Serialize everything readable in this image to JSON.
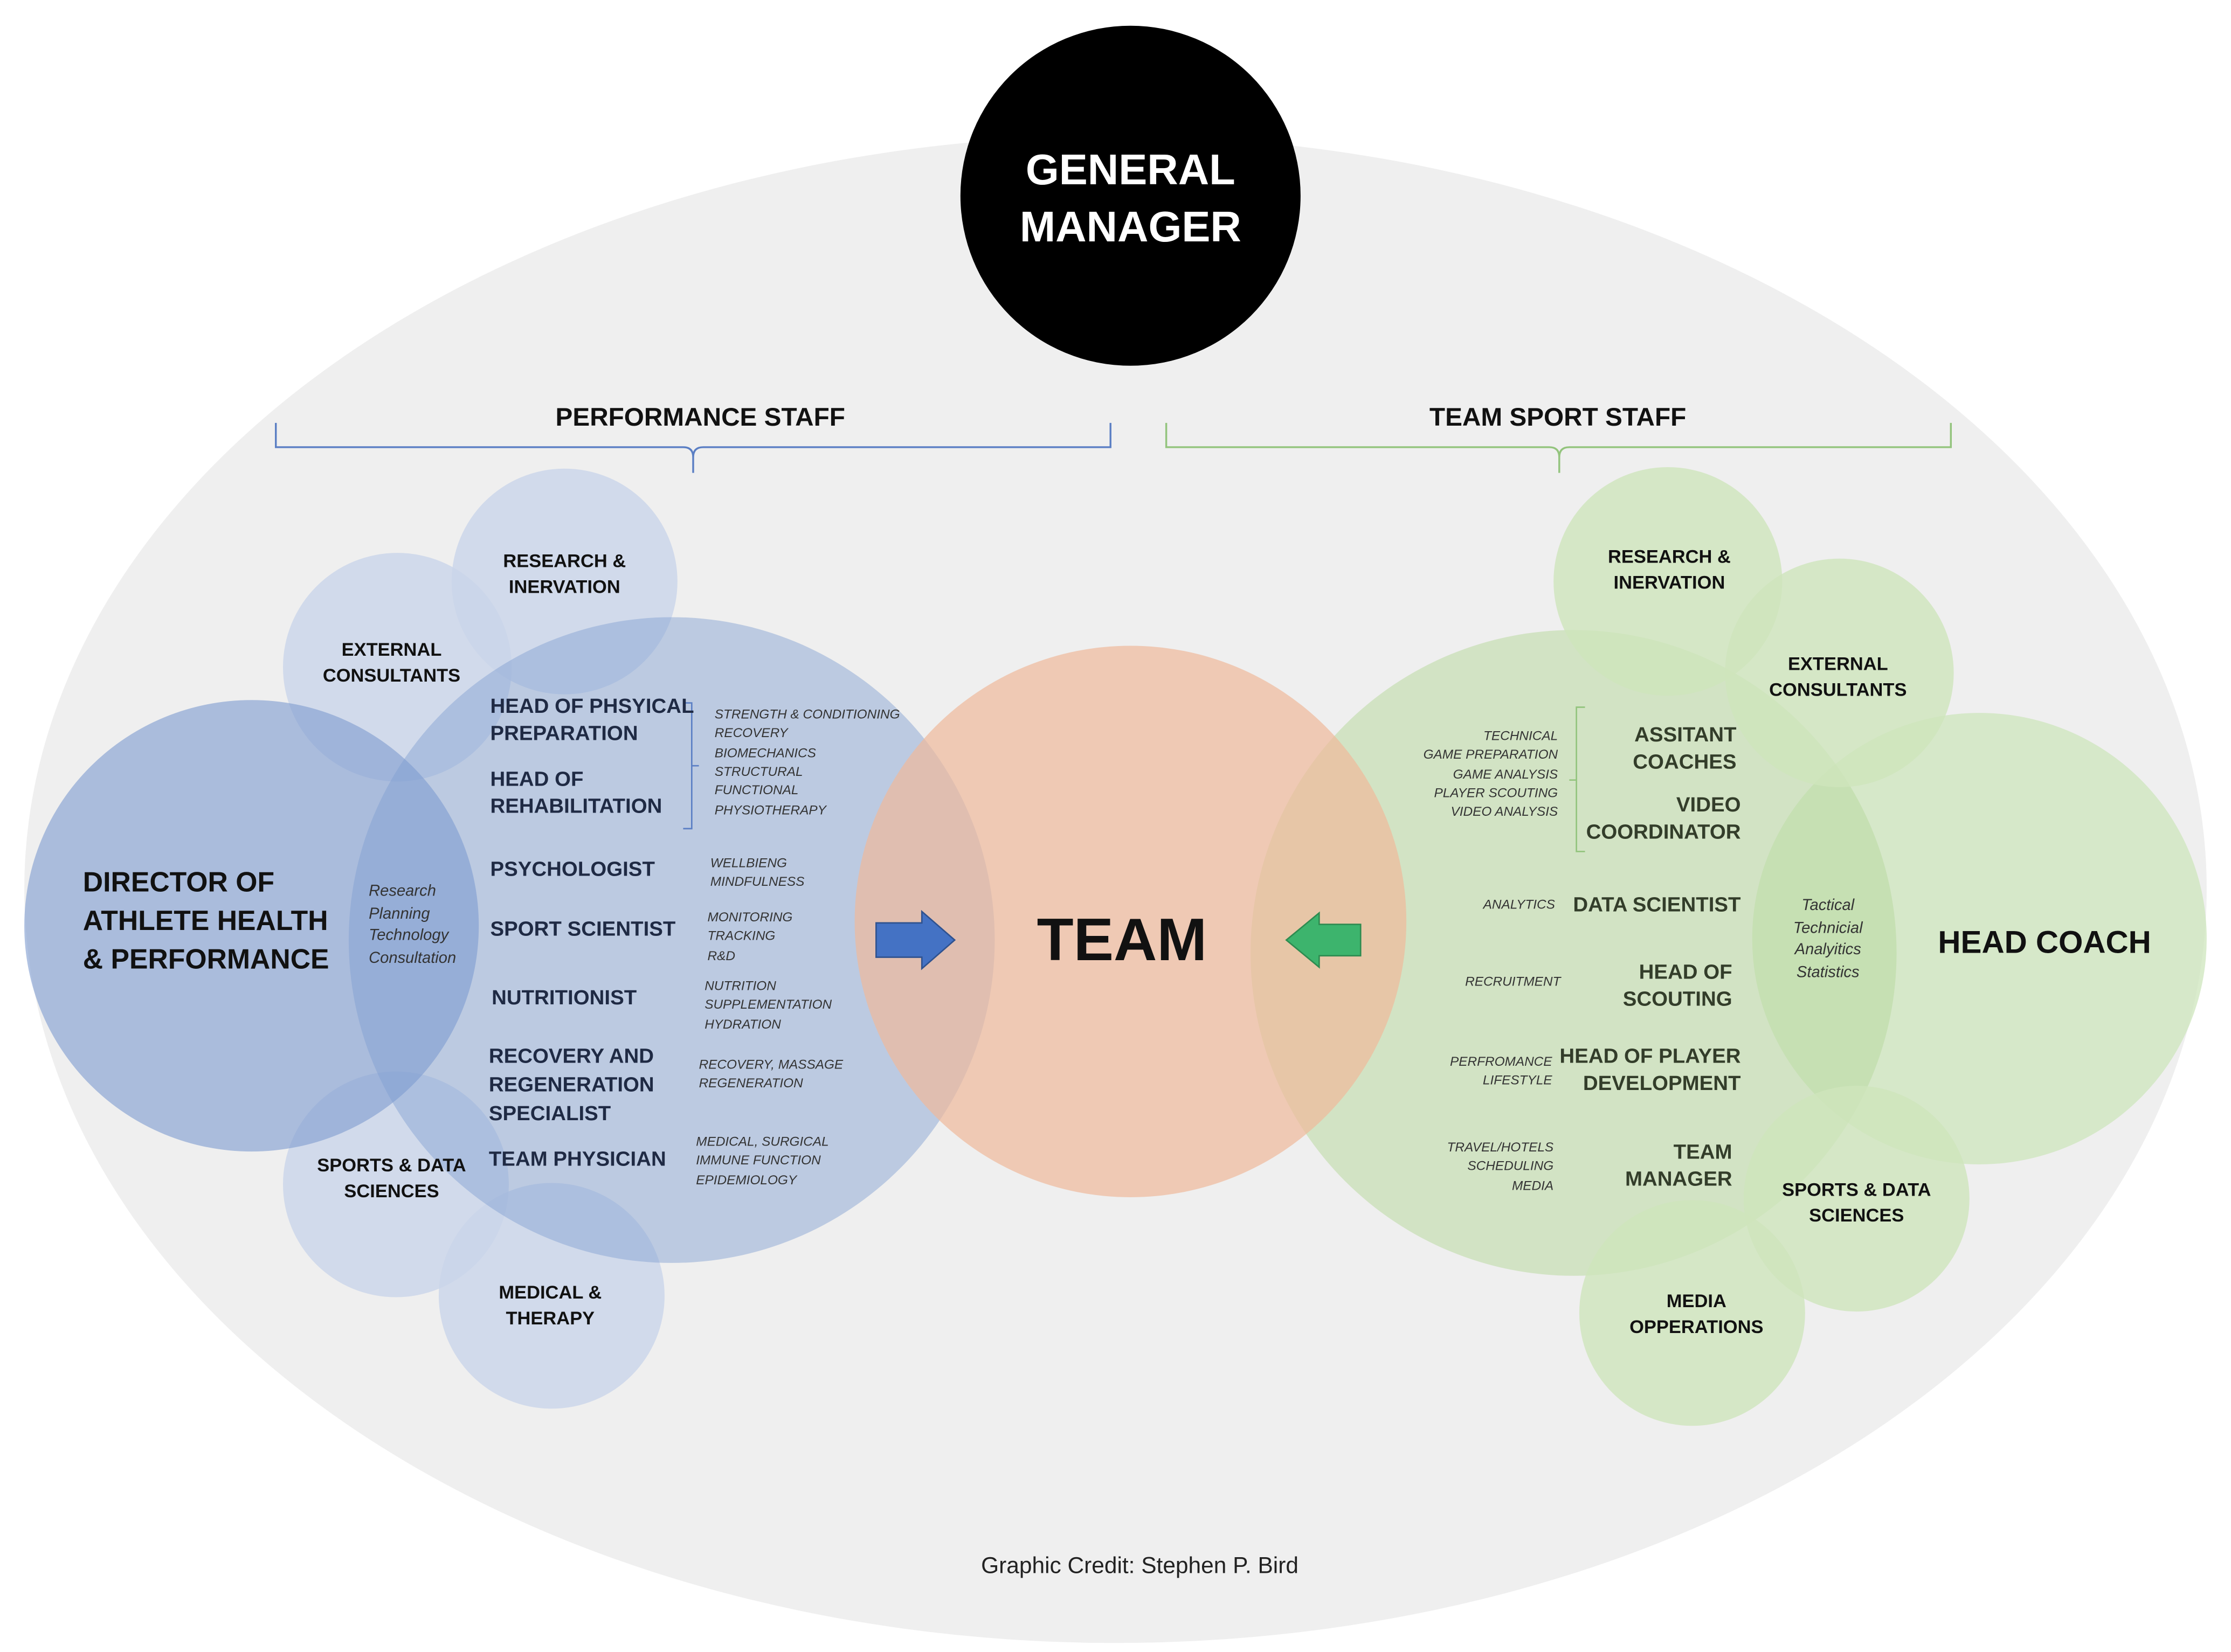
{
  "colors": {
    "background_ellipse": "#efefef",
    "general_manager": "#000000",
    "performance": "#7f9dd1",
    "performance_light": "#c9d4ea",
    "team": "#f0b99b",
    "team_sport": "#b9d8a0",
    "blue_arrow": "#4472c4",
    "green_arrow": "#3db46d"
  },
  "general_manager": {
    "line1": "GENERAL",
    "line2": "MANAGER"
  },
  "performance_staff": {
    "header": "PERFORMANCE STAFF",
    "director": {
      "line1": "DIRECTOR OF",
      "line2": "ATHLETE HEALTH",
      "line3": "& PERFORMANCE"
    },
    "director_duties": [
      "Research",
      "Planning",
      "Technology",
      "Consultation"
    ],
    "satellites": {
      "research": {
        "line1": "RESEARCH &",
        "line2": "INERVATION"
      },
      "external": {
        "line1": "EXTERNAL",
        "line2": "CONSULTANTS"
      },
      "sports_data": {
        "line1": "SPORTS & DATA",
        "line2": "SCIENCES"
      },
      "medical": {
        "line1": "MEDICAL &",
        "line2": "THERAPY"
      }
    },
    "roles": {
      "physical_prep": {
        "line1": "HEAD OF PHSYICAL",
        "line2": "PREPARATION"
      },
      "rehab": {
        "line1": "HEAD OF",
        "line2": "REHABILITATION"
      },
      "physical_rehab_duties": [
        "STRENGTH & CONDITIONING",
        "RECOVERY",
        "BIOMECHANICS",
        "STRUCTURAL",
        "FUNCTIONAL",
        "PHYSIOTHERAPY"
      ],
      "psychologist": "PSYCHOLOGIST",
      "psychologist_duties": [
        "WELLBIENG",
        "MINDFULNESS"
      ],
      "sport_scientist": "SPORT SCIENTIST",
      "sport_scientist_duties": [
        "MONITORING",
        "TRACKING",
        "R&D"
      ],
      "nutritionist": "NUTRITIONIST",
      "nutritionist_duties": [
        "NUTRITION",
        "SUPPLEMENTATION",
        "HYDRATION"
      ],
      "recovery": {
        "line1": "RECOVERY AND",
        "line2": "REGENERATION",
        "line3": "SPECIALIST"
      },
      "recovery_duties": [
        "RECOVERY, MASSAGE",
        "REGENERATION"
      ],
      "physician": "TEAM PHYSICIAN",
      "physician_duties": [
        "MEDICAL, SURGICAL",
        "IMMUNE FUNCTION",
        "EPIDEMIOLOGY"
      ]
    }
  },
  "team": {
    "label": "TEAM"
  },
  "team_sport_staff": {
    "header": "TEAM SPORT STAFF",
    "head_coach": "HEAD COACH",
    "head_coach_duties": [
      "Tactical",
      "Technicial",
      "Analyitics",
      "Statistics"
    ],
    "satellites": {
      "research": {
        "line1": "RESEARCH &",
        "line2": "INERVATION"
      },
      "external": {
        "line1": "EXTERNAL",
        "line2": "CONSULTANTS"
      },
      "sports_data": {
        "line1": "SPORTS & DATA",
        "line2": "SCIENCES"
      },
      "media": {
        "line1": "MEDIA",
        "line2": "OPPERATIONS"
      }
    },
    "roles": {
      "assistant": {
        "line1": "ASSITANT",
        "line2": "COACHES"
      },
      "video": {
        "line1": "VIDEO",
        "line2": "COORDINATOR"
      },
      "assistant_video_duties": [
        "TECHNICAL",
        "GAME PREPARATION",
        "GAME ANALYSIS",
        "PLAYER SCOUTING",
        "VIDEO ANALYSIS"
      ],
      "data_scientist": "DATA SCIENTIST",
      "data_scientist_duties": [
        "ANALYTICS"
      ],
      "scouting": {
        "line1": "HEAD OF",
        "line2": "SCOUTING"
      },
      "scouting_duties": [
        "RECRUITMENT"
      ],
      "player_dev": {
        "line1": "HEAD OF PLAYER",
        "line2": "DEVELOPMENT"
      },
      "player_dev_duties": [
        "PERFROMANCE",
        "LIFESTYLE"
      ],
      "manager": {
        "line1": "TEAM",
        "line2": "MANAGER"
      },
      "manager_duties": [
        "TRAVEL/HOTELS",
        "SCHEDULING",
        "MEDIA"
      ]
    }
  },
  "credit": "Graphic Credit: Stephen P. Bird"
}
